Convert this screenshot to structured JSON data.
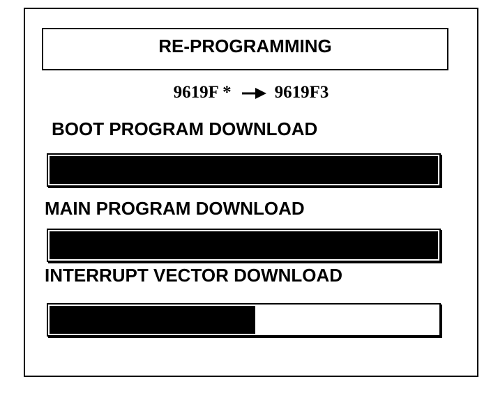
{
  "title": "RE-PROGRAMMING",
  "version": {
    "from": "9619F *",
    "to": "9619F3",
    "arrow_icon": "right-arrow"
  },
  "downloads": [
    {
      "label": "BOOT PROGRAM DOWNLOAD",
      "progress": 1.0
    },
    {
      "label": "MAIN PROGRAM DOWNLOAD",
      "progress": 1.0
    },
    {
      "label": "INTERRUPT VECTOR DOWNLOAD",
      "progress": 0.53
    }
  ],
  "colors": {
    "foreground": "#000000",
    "background": "#ffffff"
  }
}
